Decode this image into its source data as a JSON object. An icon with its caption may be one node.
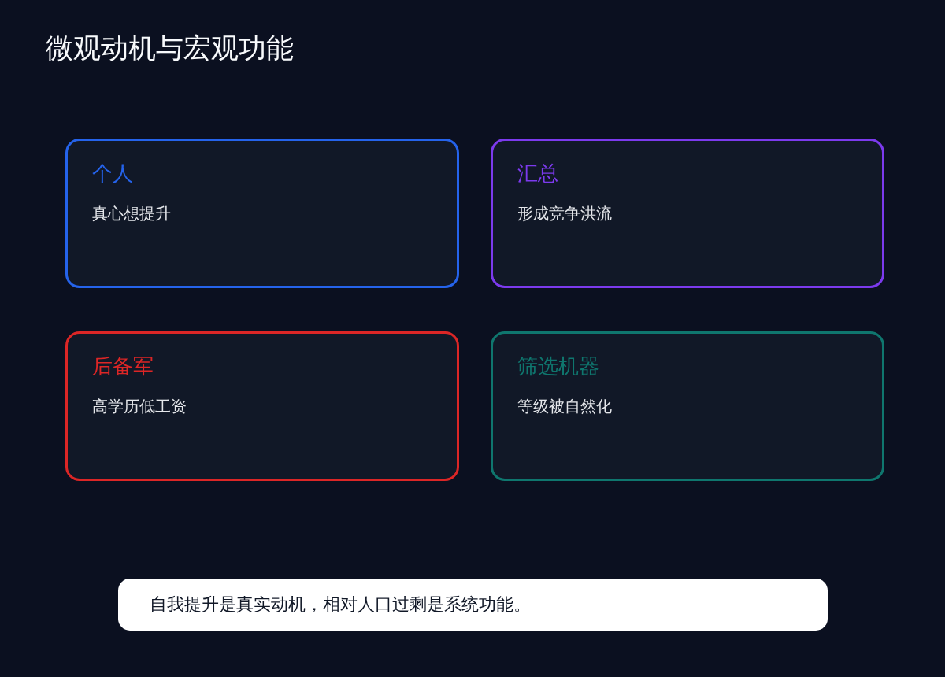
{
  "diagram": {
    "title": "微观动机与宏观功能",
    "nodes": [
      {
        "text": [
          "个人",
          "真心想提升"
        ]
      },
      {
        "text": [
          "汇总",
          "形成竞争洪流"
        ]
      },
      {
        "text": [
          "后备军",
          "高学历低工资"
        ]
      },
      {
        "text": [
          "筛选机器",
          "等级被自然化"
        ]
      },
      {
        "text": [
          "自我提升是真实动机，相对人口过剩是系统功能。"
        ]
      }
    ]
  }
}
